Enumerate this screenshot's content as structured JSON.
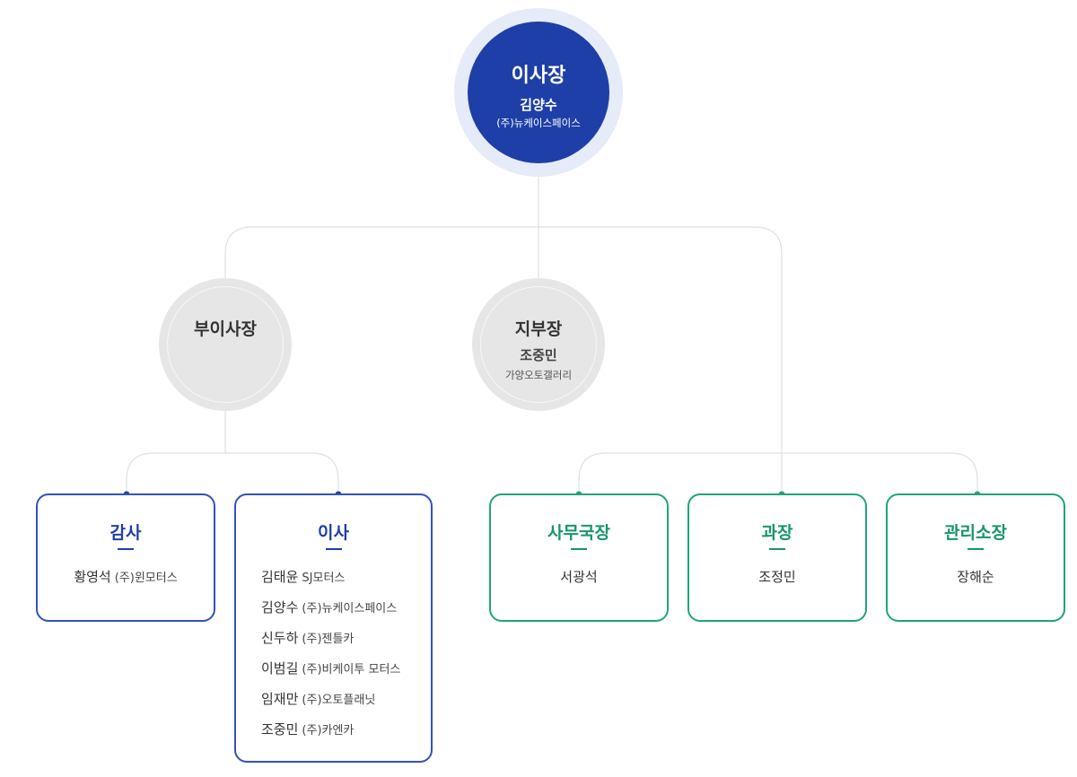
{
  "chairman": {
    "title": "이사장",
    "name": "김양수",
    "company": "(주)뉴케이스페이스"
  },
  "vice_president": {
    "title": "부이사장"
  },
  "branch_head": {
    "title": "지부장",
    "name": "조중민",
    "company": "가양오토갤러리"
  },
  "auditor": {
    "title": "감사",
    "name": "황영석",
    "company": "(주)윈모터스"
  },
  "directors": {
    "title": "이사",
    "members": [
      {
        "name": "김태윤",
        "company": "SJ모터스"
      },
      {
        "name": "김양수",
        "company": "(주)뉴케이스페이스"
      },
      {
        "name": "신두하",
        "company": "(주)젠틀카"
      },
      {
        "name": "이범길",
        "company": "(주)비케이투 모터스"
      },
      {
        "name": "임재만",
        "company": "(주)오토플래닛"
      },
      {
        "name": "조중민",
        "company": "(주)카엔카"
      }
    ]
  },
  "secretary_general": {
    "title": "사무국장",
    "name": "서광석"
  },
  "section_chief": {
    "title": "과장",
    "name": "조정민"
  },
  "facility_manager": {
    "title": "관리소장",
    "name": "장해순"
  },
  "colors": {
    "navy": "#1e3fa7",
    "green": "#1fa57a",
    "line": "#e0e0e0",
    "gray": "#e6e6e6"
  }
}
